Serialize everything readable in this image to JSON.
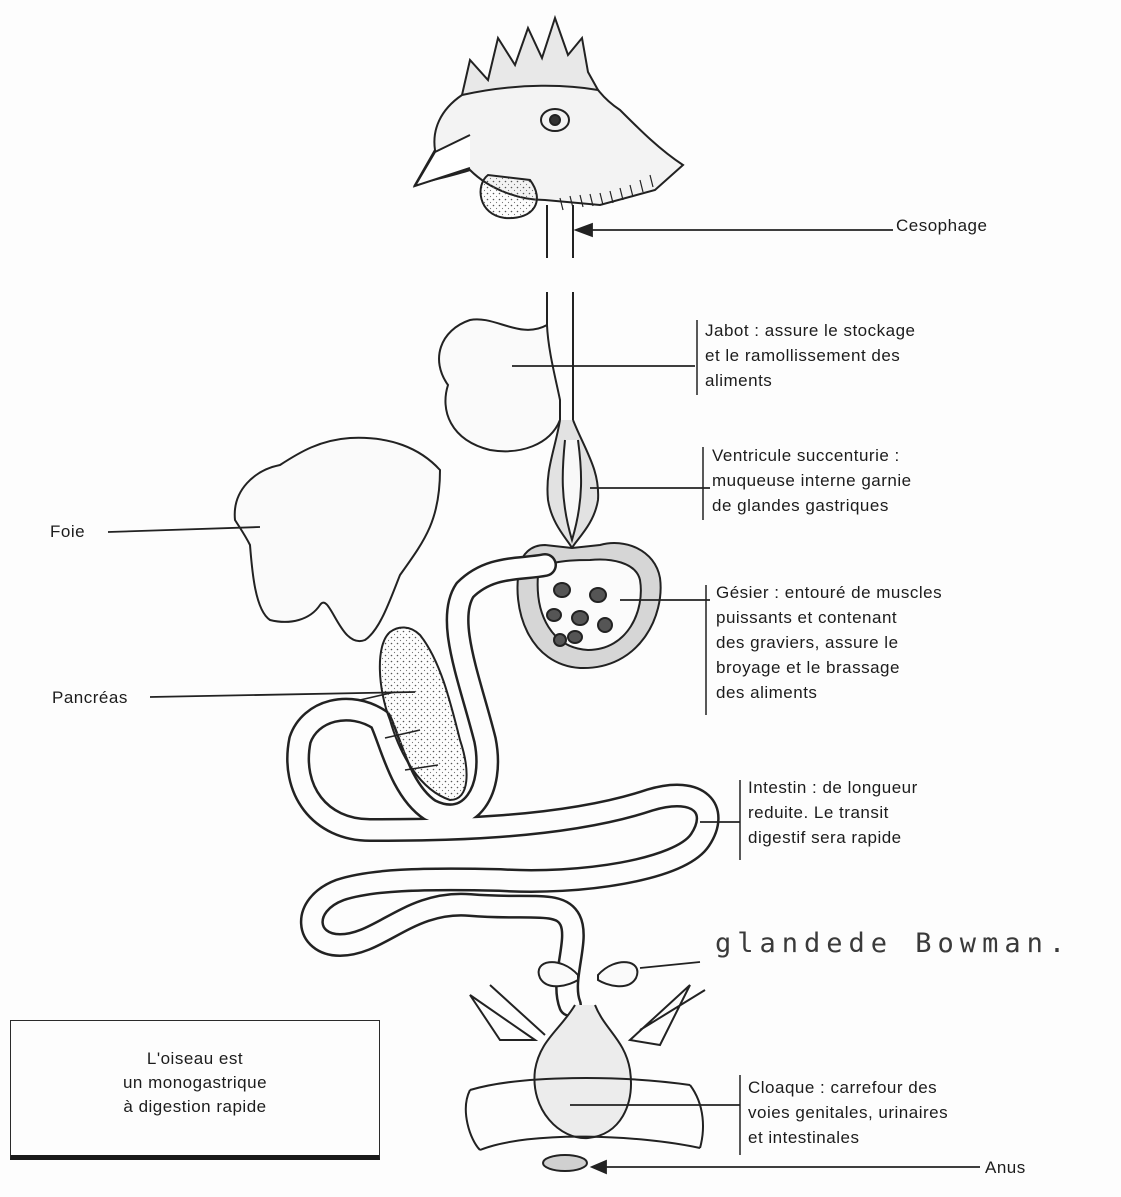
{
  "labels": {
    "oesophage": "Cesophage",
    "jabot": [
      "Jabot : assure le stockage",
      "et le ramollissement des",
      "aliments"
    ],
    "ventricule": [
      "Ventricule succenturie :",
      "muqueuse interne garnie",
      "de glandes gastriques"
    ],
    "gesier": [
      "Gésier : entouré de muscles",
      "puissants et contenant",
      "des graviers, assure le",
      "broyage et le brassage",
      "des aliments"
    ],
    "intestin": [
      "Intestin : de longueur",
      "reduite. Le transit",
      "digestif sera rapide"
    ],
    "glande": "glandede Bowman.",
    "cloaque": [
      "Cloaque : carrefour des",
      "voies genitales, urinaires",
      "et intestinales"
    ],
    "anus": "Anus",
    "foie": "Foie",
    "pancreas": "Pancréas"
  },
  "summary_box": [
    "L'oiseau est",
    "un monogastrique",
    "à digestion rapide"
  ]
}
